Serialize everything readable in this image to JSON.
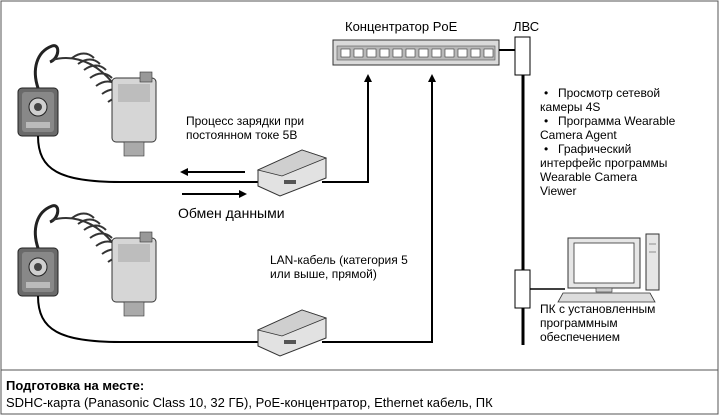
{
  "labels": {
    "poe_hub": "Концентратор PoE",
    "lan": "ЛВС",
    "charging": [
      "Процесс зарядки при",
      "постоянном токе 5В"
    ],
    "data_exchange": "Обмен данными",
    "lan_cable": [
      "LAN-кабель (категория 5",
      "или выше, прямой)"
    ],
    "pc": [
      "ПК с установленным",
      "программным",
      "обеспечением"
    ]
  },
  "software_list": [
    {
      "bullet": "•",
      "lines": [
        "Просмотр сетевой",
        "камеры 4S"
      ]
    },
    {
      "bullet": "•",
      "lines": [
        "Программа Wearable",
        "Camera Agent"
      ]
    },
    {
      "bullet": "•",
      "lines": [
        "Графический",
        "интерфейс программы",
        "Wearable Camera",
        "Viewer"
      ]
    }
  ],
  "footer": {
    "title": "Подготовка на месте:",
    "text": "SDHC-карта (Panasonic Class 10, 32 ГБ), PoE-концентратор, Ethernet кабель, ПК"
  }
}
